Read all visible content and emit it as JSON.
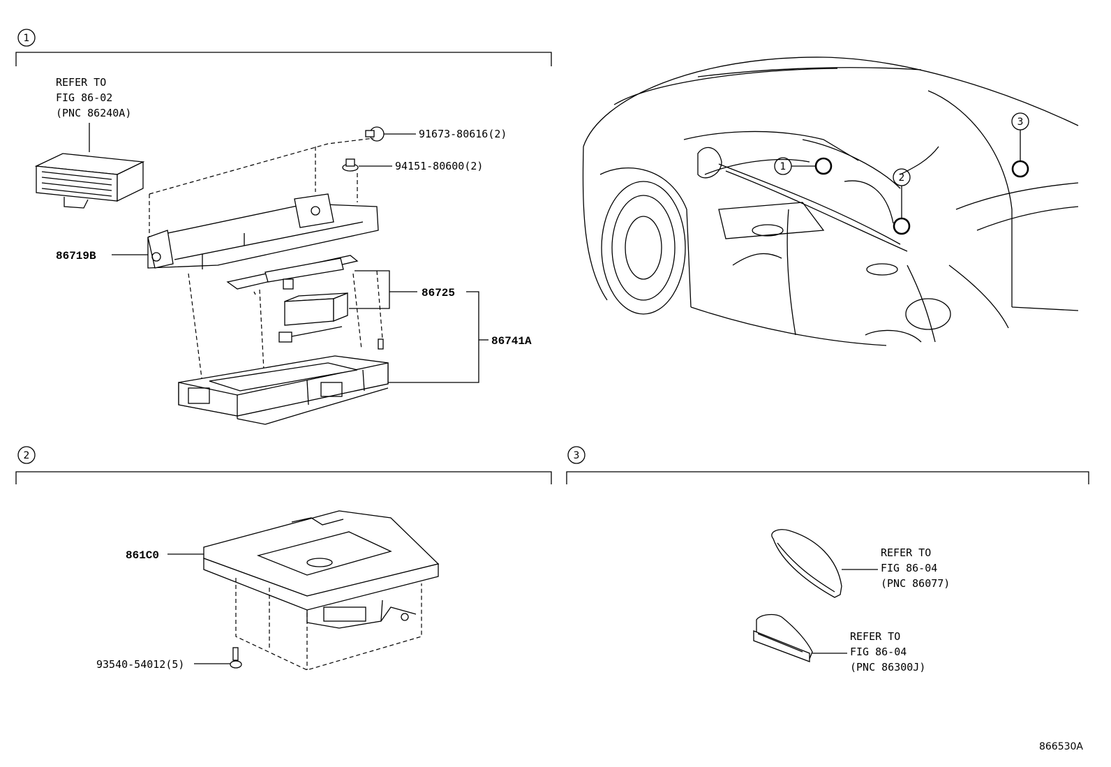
{
  "section_markers": {
    "s1": "1",
    "s2": "2",
    "s3": "3"
  },
  "section1": {
    "refer_line1": "REFER TO",
    "refer_line2": "FIG 86-02",
    "refer_line3": "(PNC 86240A)",
    "bolt_part": "91673-80616(2)",
    "nut_part": "94151-80600(2)",
    "bracket_part": "86719B",
    "module_part": "86725",
    "assembly_part": "86741A"
  },
  "section2": {
    "charger_part": "861C0",
    "screw_part": "93540-54012(5)"
  },
  "section3": {
    "refer_a_line1": "REFER TO",
    "refer_a_line2": "FIG 86-04",
    "refer_a_line3": "(PNC 86077)",
    "refer_b_line1": "REFER TO",
    "refer_b_line2": "FIG 86-04",
    "refer_b_line3": "(PNC 86300J)"
  },
  "car_callouts": {
    "c1": "1",
    "c2": "2",
    "c3": "3"
  },
  "illustration_number": "866530A"
}
